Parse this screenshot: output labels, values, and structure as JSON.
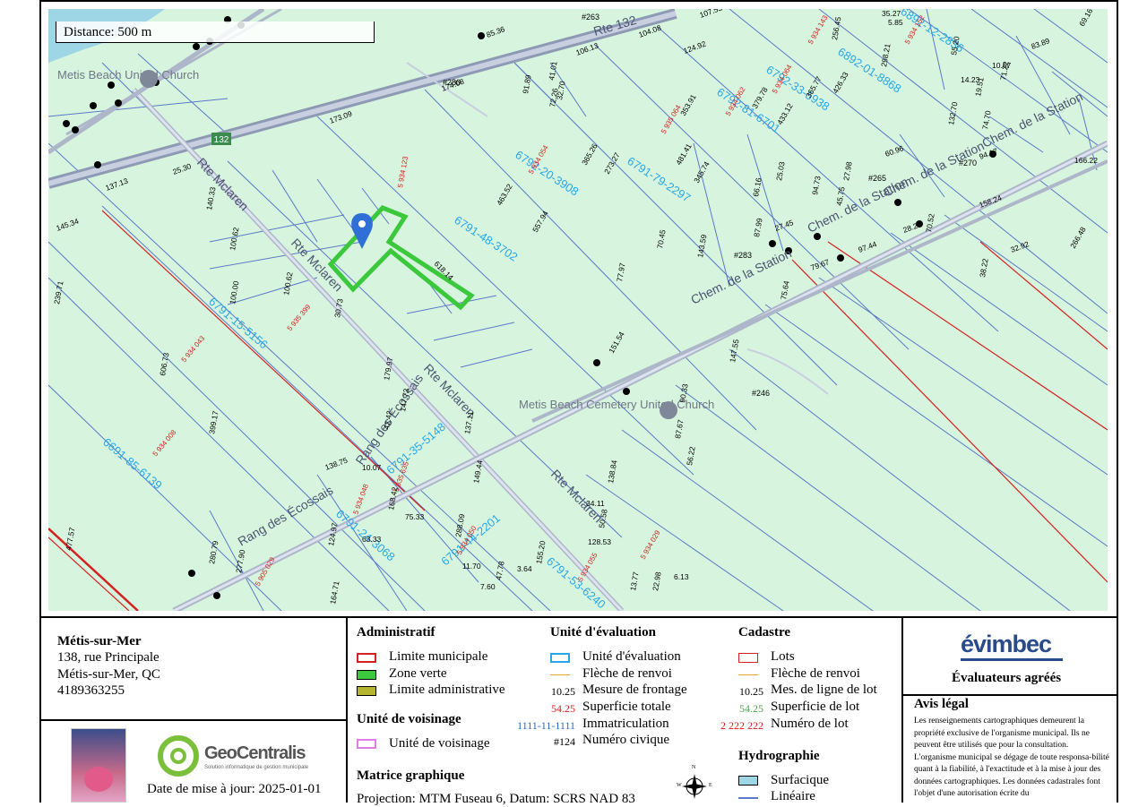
{
  "map": {
    "scale_label": "Distance: 500 m",
    "roads": [
      "Rte 132",
      "Rte Mclaren",
      "Rte Mclaren",
      "Rte Mclaren",
      "Rte Mclaren",
      "Chem. de la Station",
      "Chem. de la Station",
      "Chem. de la Station",
      "Chem. de la Station",
      "Rang des Écossais",
      "Rang des Écossais"
    ],
    "route_shield": "132",
    "places": [
      "Metis Beach United Church",
      "Metis Beach Cemetery United Church"
    ],
    "civic_numbers": [
      "#263",
      "#280",
      "#283",
      "#246",
      "#265",
      "#270"
    ],
    "lot_ids": [
      "6791-48-3702",
      "6792-20-3908",
      "6791-79-2297",
      "6792-81-6701",
      "6792-33-5938",
      "6892-01-8868",
      "6892-12-2836",
      "6791-35-5148",
      "6791-24-3068",
      "6791-44-2201",
      "6791-53-6240",
      "6691-85-6139",
      "6791-15-5156"
    ],
    "lot_numbers": [
      "5 934 123",
      "5 934 054",
      "5 935 064",
      "5 934 062",
      "5 934 064",
      "5 934 143",
      "5 934 152",
      "5 935 399",
      "5 934 043",
      "5 934 008",
      "5 935 635",
      "5 934 048",
      "5 934 050",
      "5 934 055",
      "5 905 029",
      "5 934 029"
    ],
    "measures": [
      "618.14",
      "463.52",
      "557.94",
      "365.26",
      "273.27",
      "353.91",
      "481.41",
      "345.74",
      "379.78",
      "433.12",
      "365.77",
      "426.33",
      "173.09",
      "174.08",
      "85.36",
      "106.13",
      "104.08",
      "107.53",
      "137.13",
      "25.30",
      "140.33",
      "100.62",
      "100.00",
      "100.62",
      "145.34",
      "239.71",
      "606.73",
      "399.17",
      "477.57",
      "179.97",
      "137.11",
      "149.44",
      "288.09",
      "164.71",
      "124.97",
      "277.90",
      "280.79",
      "151.54",
      "147.55",
      "138.84",
      "90.33",
      "87.67",
      "56.22",
      "75.64",
      "79.67",
      "97.44",
      "28.21",
      "70.52",
      "158.24",
      "266.48",
      "32.92",
      "38.22",
      "143.59",
      "87.99",
      "27.45",
      "77.97",
      "70.45",
      "66.16",
      "25.03",
      "94.73",
      "45.75",
      "27.98",
      "60.96",
      "94.17",
      "132.70",
      "74.70",
      "166.22",
      "14.23",
      "19.51",
      "72.26",
      "10.67",
      "83.89",
      "69.16",
      "55.20",
      "35.27",
      "5.85",
      "256.45",
      "298.21",
      "30.73",
      "42.42",
      "147.73",
      "10.07",
      "63.33",
      "168.42",
      "75.33",
      "34.11",
      "50.58",
      "128.53",
      "155.20",
      "47.78",
      "3.64",
      "7.60",
      "11.70",
      "13.77",
      "138.75",
      "41.01",
      "91.89",
      "32.70",
      "124.92",
      "6.13",
      "22.98",
      "71.22"
    ]
  },
  "legend": {
    "org": {
      "name": "Métis-sur-Mer",
      "address1": "138, rue Principale",
      "address2": "Métis-sur-Mer, QC",
      "phone": "4189363255"
    },
    "geocentralis": {
      "name": "GeoCentralis",
      "tagline": "Solution informatique de gestion municipale"
    },
    "update_date": "Date de mise à jour: 2025-01-01",
    "administratif": {
      "title": "Administratif",
      "items": [
        "Limite municipale",
        "Zone verte",
        "Limite administrative"
      ]
    },
    "voisinage": {
      "title": "Unité de voisinage",
      "items": [
        "Unité de voisinage"
      ]
    },
    "matrice": {
      "title": "Matrice graphique",
      "projection": "Projection: MTM Fuseau 6, Datum: SCRS NAD 83"
    },
    "evaluation": {
      "title": "Unité d'évaluation",
      "items": [
        {
          "sample": "",
          "label": "Unité d'évaluation"
        },
        {
          "sample": "",
          "label": "Flèche de renvoi"
        },
        {
          "sample": "10.25",
          "label": "Mesure de frontage"
        },
        {
          "sample": "54.25",
          "label": "Superficie totale"
        },
        {
          "sample": "1111-11-1111",
          "label": "Immatriculation"
        },
        {
          "sample": "#124",
          "label": "Numéro civique"
        }
      ]
    },
    "cadastre": {
      "title": "Cadastre",
      "items": [
        {
          "sample": "",
          "label": "Lots"
        },
        {
          "sample": "",
          "label": "Flèche de renvoi"
        },
        {
          "sample": "10.25",
          "label": "Mes. de ligne de lot"
        },
        {
          "sample": "54.25",
          "label": "Superficie de lot"
        },
        {
          "sample": "2 222 222",
          "label": "Numéro de lot"
        }
      ]
    },
    "hydrographie": {
      "title": "Hydrographie",
      "items": [
        "Surfacique",
        "Linéaire"
      ]
    },
    "evimbec": {
      "logo": "évimbec",
      "subtitle": "Évaluateurs agréés"
    },
    "avis": {
      "title": "Avis légal",
      "text": "Les renseignements cartographiques demeurent la propriété exclusive de l'organisme municipal. Ils ne peuvent être utilisés que pour la consultation. L'organisme municipal se dégage de toute responsa-bilité quant à la fiabilité, à l'exactitude et à la mise à jour des données cartographiques. Les données cadastrales font l'objet d'une autorisation écrite du"
    },
    "compass": {
      "n": "N",
      "s": "S",
      "e": "E",
      "w": "W"
    }
  },
  "colors": {
    "map_bg": "#d7f5de",
    "lot_lines": "#5a79c8",
    "road": "#aeb6c9",
    "highway": "#8e9ab3",
    "zone_verte": "#3cc83c",
    "limite_municipale": "#d62020",
    "water": "#9fd6e6",
    "lot_id_text": "#2aa6e6",
    "lot_number_text": "#d62020",
    "area_text": "#4aa84a"
  }
}
